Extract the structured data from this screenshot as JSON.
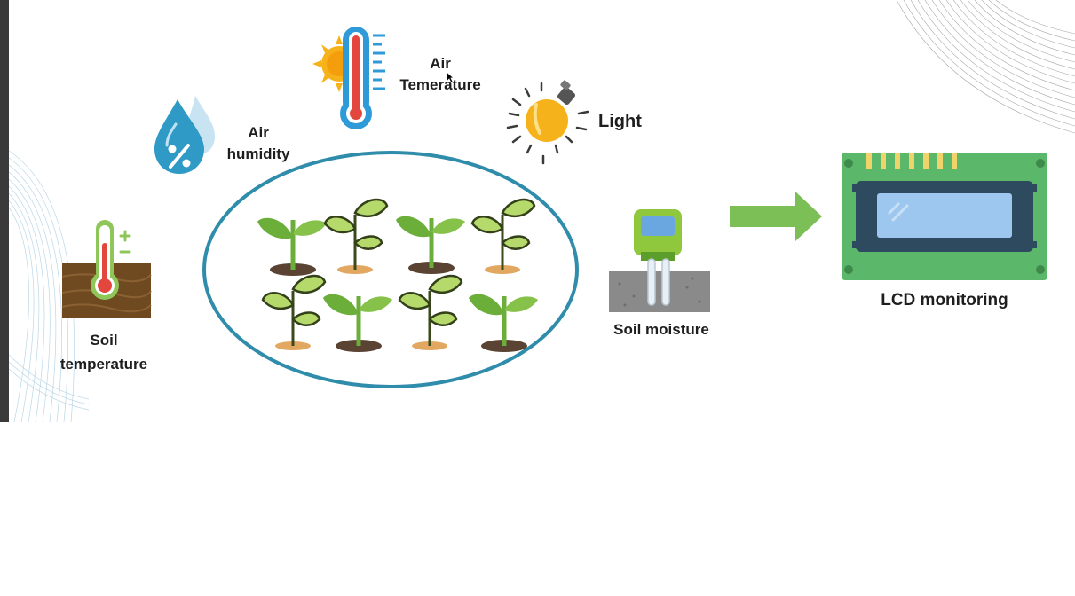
{
  "diagram": {
    "labels": {
      "air_humidity_line1": "Air",
      "air_humidity_line2": "humidity",
      "air_temperature_line1": "Air",
      "air_temperature_line2": "Temerature",
      "light": "Light",
      "soil_temperature_line1": "Soil",
      "soil_temperature_line2": "temperature",
      "soil_moisture": "Soil moisture",
      "lcd_monitoring": "LCD monitoring"
    },
    "icons": {
      "humidity": "water-drop-percent-icon",
      "air_temperature": "thermometer-sun-icon",
      "light": "light-bulb-icon",
      "soil_temperature": "soil-thermometer-icon",
      "soil_moisture": "soil-moisture-sensor-icon",
      "arrow": "arrow-right-icon",
      "lcd": "lcd-module-icon",
      "plants": "plant-seedling-icon"
    },
    "colors": {
      "ellipse": "#2f8cab",
      "arrow": "#7cbf57",
      "lcd_board": "#5bb76a",
      "lcd_screen": "#9dc7ee",
      "thermometer": "#e2463c",
      "drop": "#2f9ac6"
    }
  }
}
